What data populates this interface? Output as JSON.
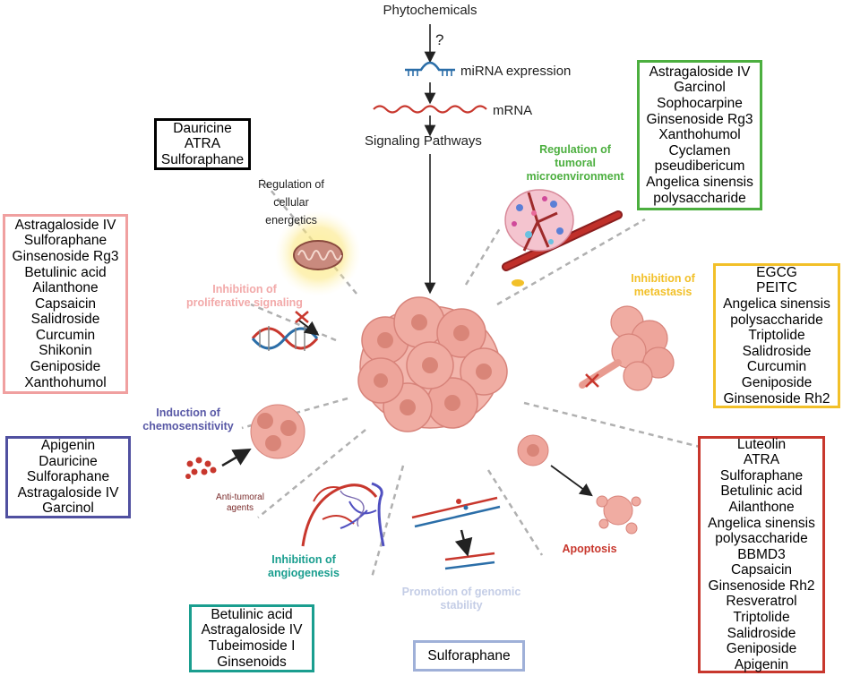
{
  "pathway": {
    "phytochemicals": "Phytochemicals",
    "question": "?",
    "mirna": "miRNA  expression",
    "mrna": "mRNA",
    "signaling": "Signaling Pathways"
  },
  "hallmarks": {
    "energetics": {
      "lines": [
        "Regulation of",
        "cellular",
        "energetics"
      ]
    },
    "tumoral": {
      "lines": [
        "Regulation of",
        "tumoral",
        "microenvironment"
      ],
      "color": "#4caf3f"
    },
    "metastasis": {
      "lines": [
        "Inhibition of",
        "metastasis"
      ],
      "color": "#f2c029"
    },
    "proliferative": {
      "lines": [
        "Inhibition of",
        "proliferative signaling"
      ],
      "color": "#f2a9a9"
    },
    "chemosensitivity": {
      "lines": [
        "Induction of",
        "chemosensitivity"
      ],
      "color": "#5858a6"
    },
    "anti_tumoral": {
      "lines": [
        "Anti-tumoral",
        "agents"
      ],
      "color": "#7a2b2b"
    },
    "angiogenesis": {
      "lines": [
        "Inhibition of",
        "angiogenesis"
      ],
      "color": "#1a9e8f"
    },
    "genomic": {
      "lines": [
        "Promotion of genomic",
        "stability"
      ],
      "color": "#c4cde6"
    },
    "apoptosis": {
      "lines": [
        "Apoptosis"
      ],
      "color": "#c8372d"
    }
  },
  "boxes": {
    "energetics": {
      "color": "#000000",
      "items": [
        "Dauricine",
        "ATRA",
        "Sulforaphane"
      ]
    },
    "tumoral": {
      "color": "#4caf3f",
      "items": [
        "Astragaloside IV",
        "Garcinol",
        "Sophocarpine",
        "Ginsenoside Rg3",
        "Xanthohumol",
        "Cyclamen",
        "pseudibericum",
        "Angelica sinensis",
        "polysaccharide"
      ]
    },
    "proliferative": {
      "color": "#f0a0a0",
      "items": [
        "Astragaloside IV",
        "Sulforaphane",
        "Ginsenoside Rg3",
        "Betulinic acid",
        "Ailanthone",
        "Capsaicin",
        "Salidroside",
        "Curcumin",
        "Shikonin",
        "Geniposide",
        "Xanthohumol"
      ]
    },
    "metastasis": {
      "color": "#f2c029",
      "items": [
        "EGCG",
        "PEITC",
        "Angelica sinensis",
        "polysaccharide",
        "Triptolide",
        "Salidroside",
        "Curcumin",
        "Geniposide",
        "Ginsenoside Rh2"
      ]
    },
    "chemosensitivity": {
      "color": "#5050a0",
      "items": [
        "Apigenin",
        "Dauricine",
        "Sulforaphane",
        "Astragaloside IV",
        "Garcinol"
      ]
    },
    "apoptosis": {
      "color": "#c8372d",
      "items": [
        "Luteolin",
        "ATRA",
        "Sulforaphane",
        "Betulinic acid",
        "Ailanthone",
        "Angelica sinensis",
        "polysaccharide",
        "BBMD3",
        "Capsaicin",
        "Ginsenoside Rh2",
        "Resveratrol",
        "Triptolide",
        "Salidroside",
        "Geniposide",
        "Apigenin"
      ]
    },
    "angiogenesis": {
      "color": "#1a9e8f",
      "items": [
        "Betulinic acid",
        "Astragaloside IV",
        "Tubeimoside I",
        "Ginsenoids"
      ]
    },
    "genomic": {
      "color": "#9fb0d8",
      "items": [
        "Sulforaphane"
      ]
    }
  }
}
